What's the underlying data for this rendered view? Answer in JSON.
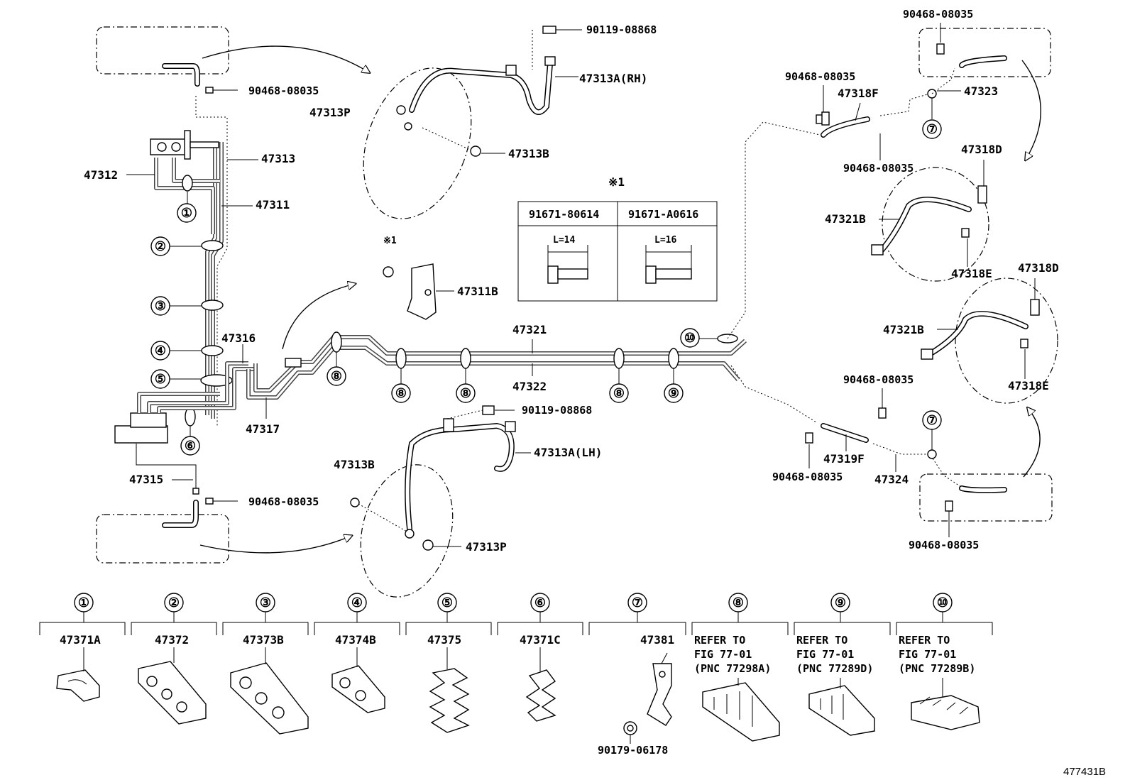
{
  "diagram_id": "477431B",
  "note_marker": "※1",
  "note_marker_small": "※1",
  "bolt_table": {
    "col1": {
      "part": "91671-80614",
      "length": "L=14"
    },
    "col2": {
      "part": "91671-A0616",
      "length": "L=16"
    }
  },
  "labels": {
    "p90119_top": "90119-08868",
    "p47313A_rh": "47313A(RH)",
    "p47313P_top": "47313P",
    "p47313B_top": "47313B",
    "p90468_left_top": "90468-08035",
    "p47313": "47313",
    "p47312": "47312",
    "p47311": "47311",
    "p47311B": "47311B",
    "p47316": "47316",
    "p47317": "47317",
    "p47321": "47321",
    "p47322": "47322",
    "p90119_bot": "90119-08868",
    "p47313A_lh": "47313A(LH)",
    "p47313B_bot": "47313B",
    "p47313P_bot": "47313P",
    "p47315": "47315",
    "p90468_left_bot": "90468-08035",
    "p90468_r1": "90468-08035",
    "p90468_r2": "90468-08035",
    "p47318F": "47318F",
    "p90468_r3": "90468-08035",
    "p47323": "47323",
    "p47318D_1": "47318D",
    "p47321B_1": "47321B",
    "p47318E_1": "47318E",
    "p47318D_2": "47318D",
    "p47321B_2": "47321B",
    "p47318E_2": "47318E",
    "p90468_r4": "90468-08035",
    "p90468_r5": "90468-08035",
    "p47319F": "47319F",
    "p47324": "47324",
    "p90468_r6": "90468-08035"
  },
  "callouts": {
    "c1": "①",
    "c2": "②",
    "c3": "③",
    "c4": "④",
    "c5": "⑤",
    "c6": "⑥",
    "c7a": "⑦",
    "c7b": "⑦",
    "c8a": "⑧",
    "c8b": "⑧",
    "c8c": "⑧",
    "c8d": "⑧",
    "c9": "⑨",
    "c10": "⑩"
  },
  "legend": [
    {
      "num": "①",
      "part": "47371A",
      "note": []
    },
    {
      "num": "②",
      "part": "47372",
      "note": []
    },
    {
      "num": "③",
      "part": "47373B",
      "note": []
    },
    {
      "num": "④",
      "part": "47374B",
      "note": []
    },
    {
      "num": "⑤",
      "part": "47375",
      "note": []
    },
    {
      "num": "⑥",
      "part": "47371C",
      "note": []
    },
    {
      "num": "⑦",
      "part": "47381",
      "sub": "90179-06178",
      "note": []
    },
    {
      "num": "⑧",
      "part": "",
      "note": [
        "REFER TO",
        "FIG 77-01",
        "(PNC 77298A)"
      ]
    },
    {
      "num": "⑨",
      "part": "",
      "note": [
        "REFER TO",
        "FIG 77-01",
        "(PNC 77289D)"
      ]
    },
    {
      "num": "⑩",
      "part": "",
      "note": [
        "REFER TO",
        "FIG 77-01",
        "(PNC 77289B)"
      ]
    }
  ]
}
